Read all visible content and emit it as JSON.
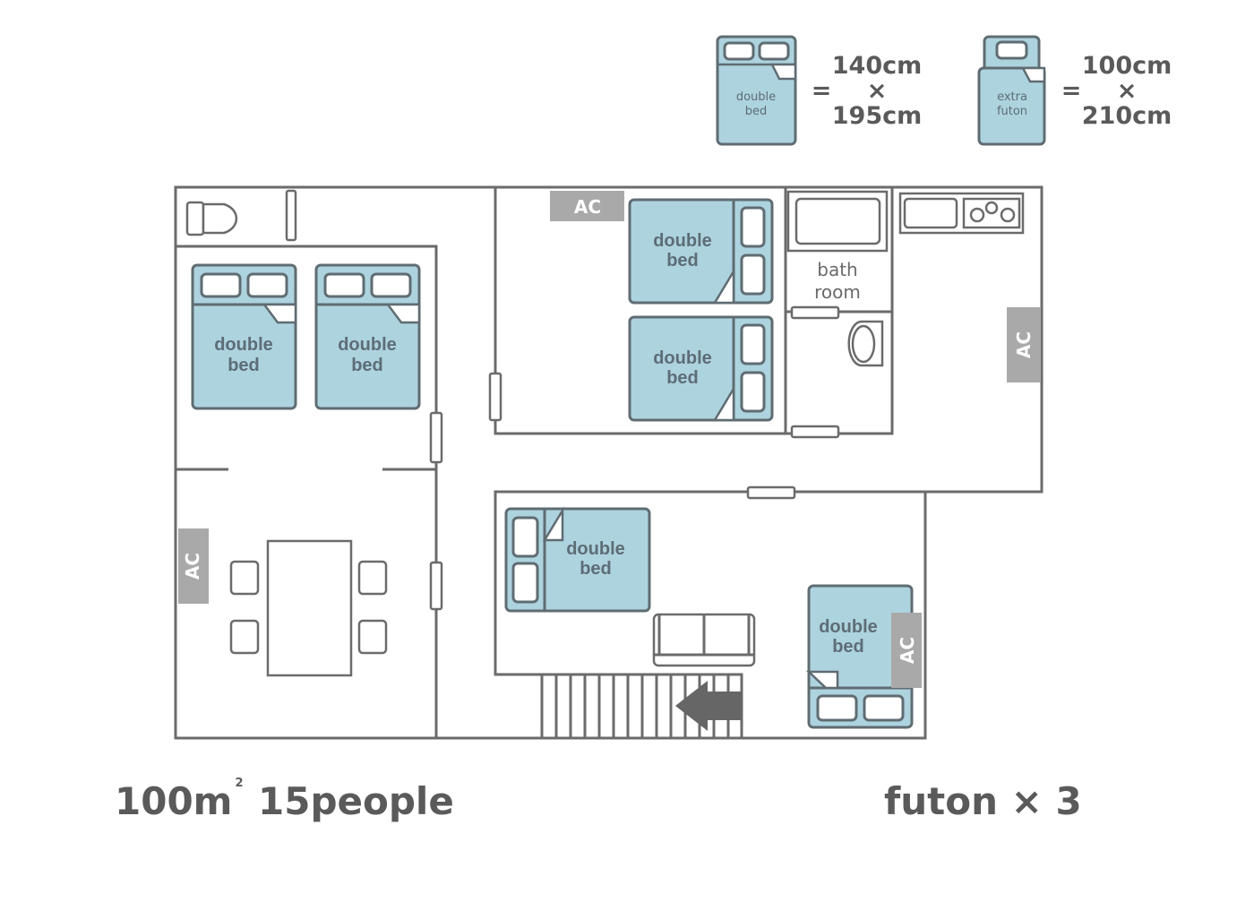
{
  "legend": {
    "double_bed": {
      "label_line1": "double",
      "label_line2": "bed",
      "equals": "=",
      "width": "140cm",
      "times": "×",
      "length": "195cm"
    },
    "extra_futon": {
      "label_line1": "extra",
      "label_line2": "futon",
      "equals": "=",
      "width": "100cm",
      "times": "×",
      "length": "210cm"
    }
  },
  "floorplan": {
    "bed_label_line1": "double",
    "bed_label_line2": "bed",
    "ac_label": "AC",
    "bathroom_line1": "bath",
    "bathroom_line2": "room"
  },
  "summary": {
    "area": "100m",
    "area_unit_superscript": "2",
    "capacity": "15people",
    "futon_count": "futon × 3"
  },
  "colors": {
    "bed_fill": "#add3df",
    "wall": "#6b6b6b",
    "ac": "#a9a9a9"
  }
}
